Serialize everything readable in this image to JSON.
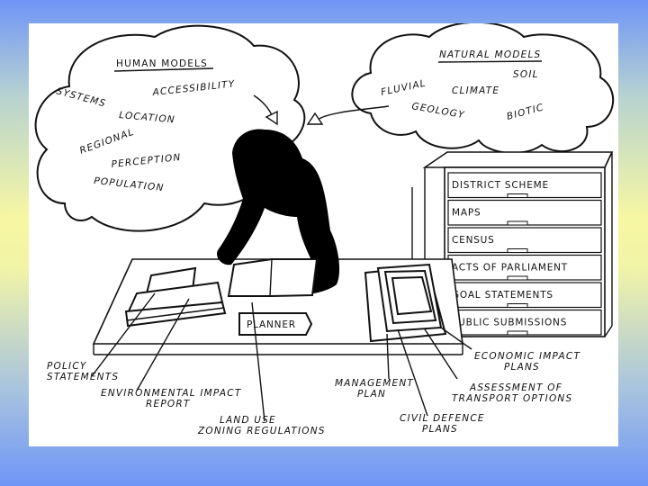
{
  "human_models": {
    "title": "HUMAN MODELS",
    "terms": [
      "SYSTEMS",
      "ACCESSIBILITY",
      "LOCATION",
      "REGIONAL",
      "PERCEPTION",
      "POPULATION"
    ]
  },
  "natural_models": {
    "title": "NATURAL MODELS",
    "terms": [
      "SOIL",
      "FLUVIAL",
      "CLIMATE",
      "GEOLOGY",
      "BIOTIC"
    ]
  },
  "cabinet_drawers": [
    "DISTRICT SCHEME",
    "MAPS",
    "CENSUS",
    "ACTS OF PARLIAMENT",
    "GOAL STATEMENTS",
    "PUBLIC SUBMISSIONS"
  ],
  "desk_sign": "PLANNER",
  "callouts": {
    "policy": [
      "POLICY",
      "STATEMENTS"
    ],
    "environmental": [
      "ENVIRONMENTAL IMPACT",
      "REPORT"
    ],
    "land_use": [
      "LAND USE",
      "ZONING REGULATIONS"
    ],
    "management": [
      "MANAGEMENT",
      "PLAN"
    ],
    "civil_defence": [
      "CIVIL DEFENCE",
      "PLANS"
    ],
    "transport": [
      "ASSESSMENT OF",
      "TRANSPORT OPTIONS"
    ],
    "economic": [
      "ECONOMIC IMPACT",
      "PLANS"
    ]
  }
}
